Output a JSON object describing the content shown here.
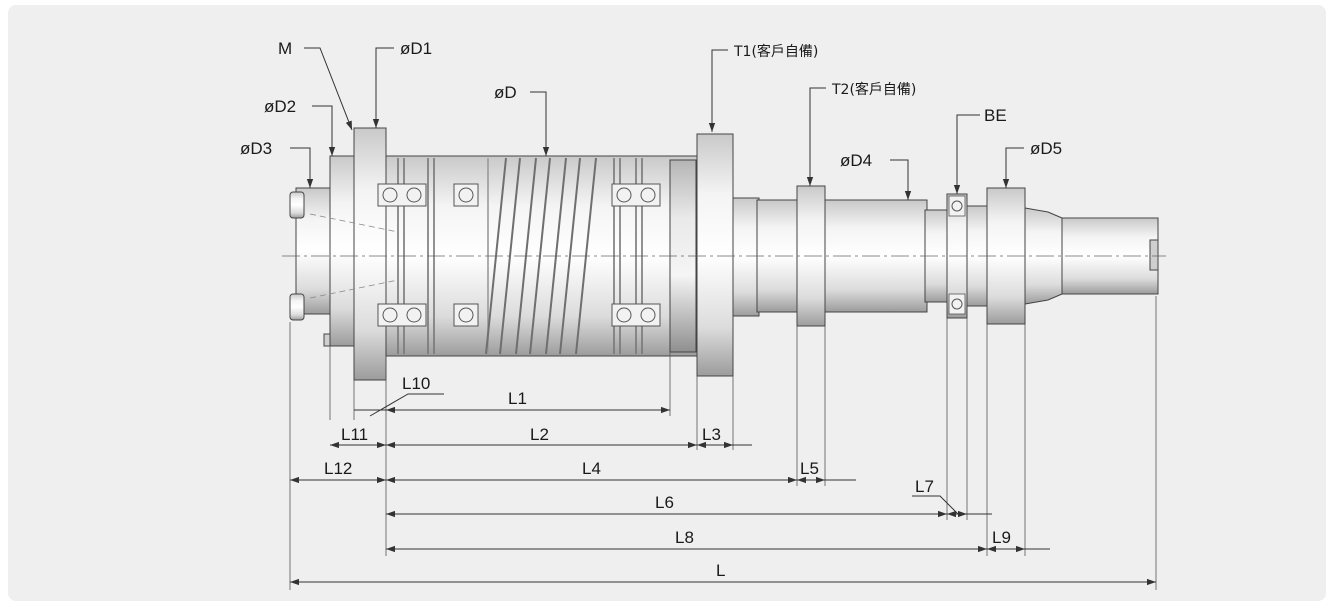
{
  "labels": {
    "M": "M",
    "D1": "øD1",
    "D2": "øD2",
    "D3": "øD3",
    "D": "øD",
    "T1": "T1(客戶自備)",
    "T2": "T2(客戶自備)",
    "D4": "øD4",
    "BE": "BE",
    "D5": "øD5",
    "L10": "L10",
    "L1": "L1",
    "L11": "L11",
    "L2": "L2",
    "L3": "L3",
    "L12": "L12",
    "L4": "L4",
    "L5": "L5",
    "L7": "L7",
    "L6": "L6",
    "L8": "L8",
    "L9": "L9",
    "L": "L"
  },
  "colors": {
    "panel": "#efefef",
    "metal_light": "#f5f5f5",
    "metal_mid": "#d9d9d9",
    "metal_dark": "#a8a8a8",
    "line": "#333333"
  }
}
